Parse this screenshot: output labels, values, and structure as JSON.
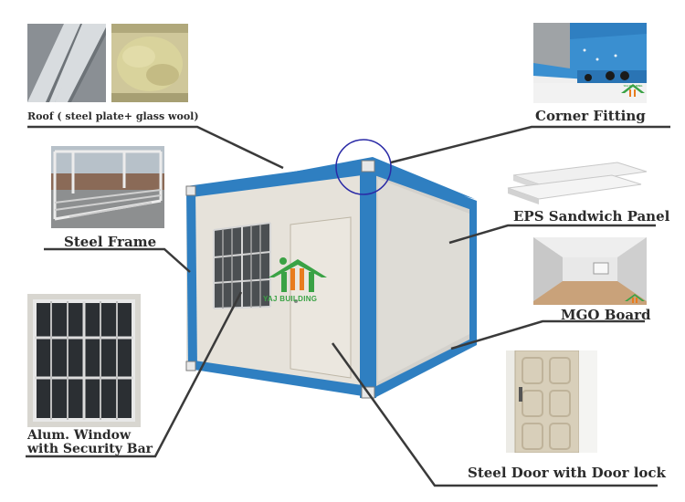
{
  "labels": {
    "roof": "Roof ( steel plate+ glass wool)",
    "corner": "Corner Fitting",
    "steel_frame": "Steel Frame",
    "eps": "EPS Sandwich Panel",
    "mgo": "MGO Board",
    "window_line1": "Alum. Window",
    "window_line2": "with Security Bar",
    "door": "Steel Door with Door lock"
  },
  "logo": {
    "text": "YAJ BUILDING",
    "small_text": "YAJ BUILDING"
  },
  "colors": {
    "frame_blue": "#2f7fc1",
    "panel": "#e4e0d8",
    "logo_green": "#3aa245",
    "logo_orange": "#e87c1e",
    "circle": "#2a2aa6"
  }
}
